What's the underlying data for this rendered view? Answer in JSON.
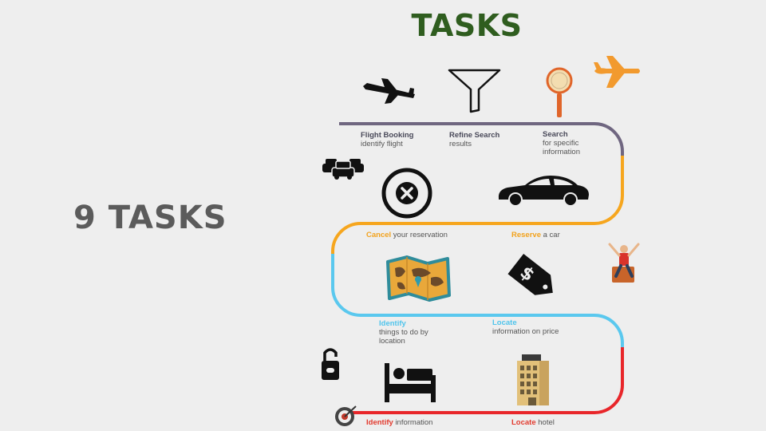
{
  "title": "TASKS",
  "big_label": "9 TASKS",
  "colors": {
    "title": "#2f5d1f",
    "purple_path": "#6f6680",
    "orange_path": "#f6a61e",
    "blue_path": "#5ac8ee",
    "red_path": "#e8262a",
    "heading_dark": "#4a4a5a"
  },
  "tasks": [
    {
      "heading": "Flight Booking",
      "desc": "identify flight",
      "icon": "airplane-icon",
      "segment": "purple"
    },
    {
      "heading": "Refine Search",
      "desc": "results",
      "icon": "funnel-icon",
      "segment": "purple"
    },
    {
      "heading": "Search",
      "desc": "for specific information",
      "icon": "magnifier-icon",
      "segment": "purple"
    },
    {
      "heading": "Cancel",
      "desc": "your reservation",
      "icon": "cancel-icon",
      "segment": "orange"
    },
    {
      "heading": "Reserve",
      "desc": "a car",
      "icon": "car-icon",
      "segment": "orange"
    },
    {
      "heading": "Identify",
      "desc": "things to do by location",
      "icon": "map-icon",
      "segment": "blue"
    },
    {
      "heading": "Locate",
      "desc": "information on price",
      "icon": "price-tag-icon",
      "segment": "blue"
    },
    {
      "heading": "Identify",
      "desc": "information",
      "icon": "bed-icon",
      "segment": "red"
    },
    {
      "heading": "Locate",
      "desc": "hotel",
      "icon": "hotel-icon",
      "segment": "red"
    }
  ],
  "decorations": [
    "orange-plane-icon",
    "cars-icon",
    "traveler-icon",
    "door-hanger-icon",
    "target-icon"
  ]
}
